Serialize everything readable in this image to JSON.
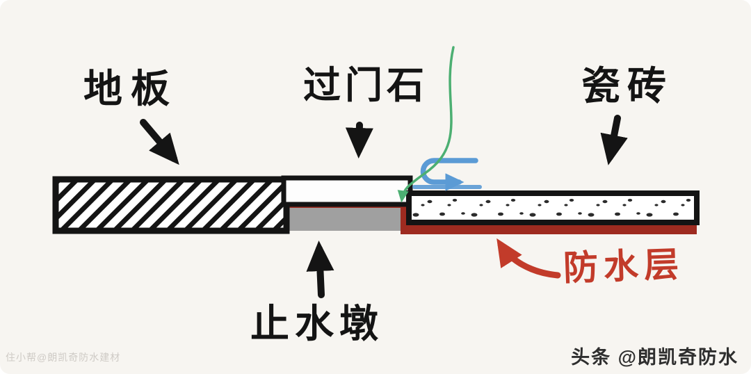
{
  "labels": {
    "floorboard": "地板",
    "threshold_stone": "过门石",
    "tile": "瓷砖",
    "water_stop_pier": "止水墩",
    "waterproof_layer": "防水层"
  },
  "watermarks": {
    "bottom_left": "住小帮@朗凯奇防水建材",
    "bottom_right": "头条 @朗凯奇防水"
  },
  "colors": {
    "background": "#f7f5f1",
    "ink_black": "#141414",
    "waterproof_red": "#9e2b20",
    "annotation_red": "#c23b2a",
    "pier_gray": "#a0a0a0",
    "water_arrow_blue": "#5b9bd5",
    "leak_path_green": "#4caf72"
  }
}
